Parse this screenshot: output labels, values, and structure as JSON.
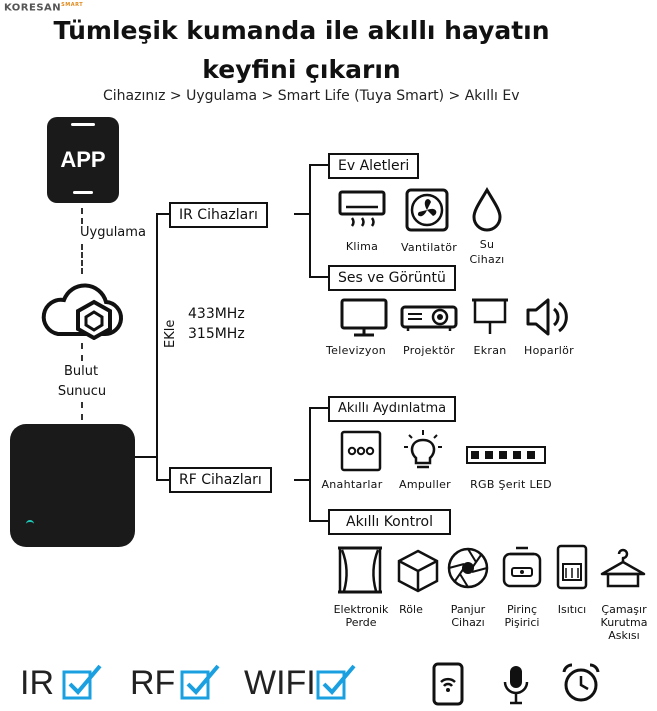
{
  "brand": {
    "name": "KORESAN",
    "sup": "SMART"
  },
  "title": {
    "line1": "Tümleşik kumanda ile akıllı hayatın",
    "line2": "keyfini çıkarın"
  },
  "breadcrumb": "Cihazınız > Uygulama > Smart Life (Tuya Smart) > Akıllı Ev",
  "left": {
    "app": "APP",
    "uygulama": "Uygulama",
    "bulut1": "Bulut",
    "bulut2": "Sunucu"
  },
  "mid": {
    "ekle": "EKle",
    "f1": "433MHz",
    "f2": "315MHz"
  },
  "groups": {
    "ir": "IR Cihazları",
    "rf": "RF Cihazları"
  },
  "categories": {
    "ev": "Ev Aletleri",
    "ses": "Ses ve Görüntü",
    "aydin": "Akıllı Aydınlatma",
    "kontrol": "Akıllı Kontrol"
  },
  "ev_items": {
    "klima": "Klima",
    "vantilator": "Vantilatör",
    "su1": "Su",
    "su2": "Cihazı"
  },
  "ses_items": {
    "tv": "Televizyon",
    "proj": "Projektör",
    "ekran": "Ekran",
    "hop": "Hoparlör"
  },
  "aydin_items": {
    "anahtar": "Anahtarlar",
    "ampul": "Ampuller",
    "rgb": "RGB Şerit LED"
  },
  "kontrol_items": {
    "perde1": "Elektronik",
    "perde2": "Perde",
    "role": "Röle",
    "panjur1": "Panjur",
    "panjur2": "Cihazı",
    "pirinc1": "Pirinç",
    "pirinc2": "Pişirici",
    "isitici": "Isıtıcı",
    "cam1": "Çamaşır",
    "cam2": "Kurutma",
    "cam3": "Askısı"
  },
  "footer": {
    "ir": "IR",
    "rf": "RF",
    "wifi": "WIFI"
  },
  "icons": [
    "app-phone-icon",
    "cloud-icon",
    "air-conditioner-icon",
    "fan-icon",
    "water-drop-icon",
    "tv-icon",
    "projector-icon",
    "screen-icon",
    "speaker-icon",
    "switch-icon",
    "bulb-icon",
    "led-strip-icon",
    "curtain-icon",
    "relay-cube-icon",
    "shutter-icon",
    "rice-cooker-icon",
    "heater-icon",
    "hanger-icon",
    "phone-wifi-icon",
    "microphone-icon",
    "alarm-clock-icon",
    "checkbox-icon"
  ],
  "colors": {
    "check": "#1aa0e0",
    "hub": "#1a1a1a",
    "led": "#1ec8b8"
  }
}
